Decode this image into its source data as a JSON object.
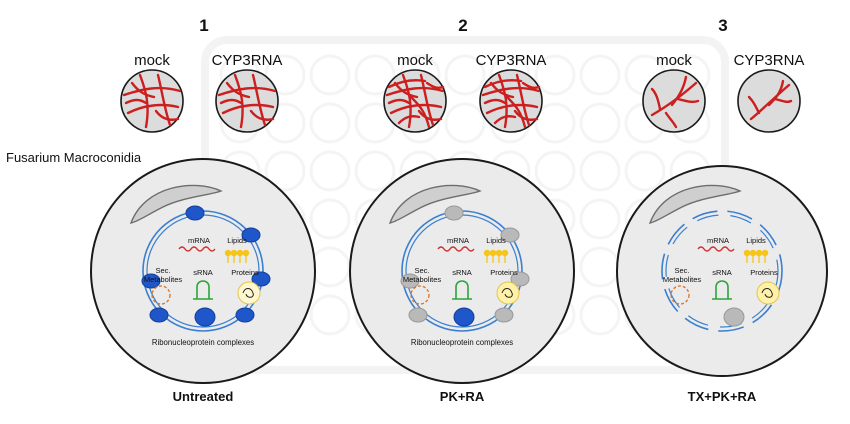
{
  "panels": [
    {
      "number": "1",
      "conditions": [
        "mock",
        "CYP3RNA"
      ],
      "treatment": "Untreated"
    },
    {
      "number": "2",
      "conditions": [
        "mock",
        "CYP3RNA"
      ],
      "treatment": "PK+RA"
    },
    {
      "number": "3",
      "conditions": [
        "mock",
        "CYP3RNA"
      ],
      "treatment": "TX+PK+RA"
    }
  ],
  "cell_labels": {
    "fusarium": "Fusarium Macroconidia",
    "mrna": "mRNA",
    "lipids": "Lipids",
    "sec_metabolites": "Sec.\nMetabolites",
    "srna": "sRNA",
    "proteins": "Proteins",
    "rnp": "Ribonucleoprotein complexes"
  },
  "colors": {
    "hyphae": "#cc1f1f",
    "rnp_active": "#1f56c9",
    "rnp_degraded": "#b9b9b9",
    "membrane": "#3a7fd0",
    "lipids": "#f5c518",
    "srna": "#2ea43a",
    "metabolites": "#e0782a",
    "mrna": "#d23030"
  }
}
